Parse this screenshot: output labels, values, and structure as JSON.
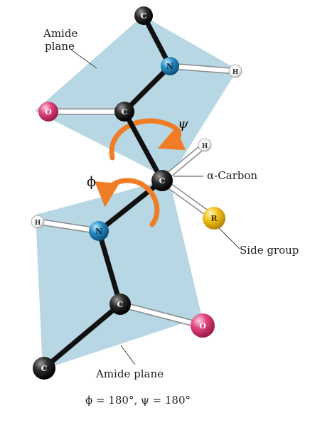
{
  "labels": {
    "amide_plane_top_line1": "Amide",
    "amide_plane_top_line2": "plane",
    "alpha_carbon": "α-Carbon",
    "side_group": "Side group",
    "amide_plane_bottom": "Amide plane",
    "angles_caption": "ϕ = 180°, ψ = 180°",
    "psi_symbol": "ψ",
    "phi_symbol": "ϕ"
  },
  "atoms": {
    "c_top": "C",
    "n_top": "N",
    "h_top": "H",
    "o_top": "O",
    "c_carbonyl_top": "C",
    "c_alpha": "C",
    "h_alpha": "H",
    "r_side": "R",
    "h_bottom": "H",
    "n_bottom": "N",
    "c_carbonyl_bottom": "C",
    "o_bottom": "O",
    "c_bottom": "C"
  },
  "colors": {
    "plane": "#a9d0de",
    "carbon": "#2b2b2b",
    "nitrogen": "#2a8ec6",
    "oxygen": "#e0457f",
    "side_group": "#f2c21b",
    "hydrogen": "#ffffff",
    "rotation_arrow": "#f07d25"
  }
}
